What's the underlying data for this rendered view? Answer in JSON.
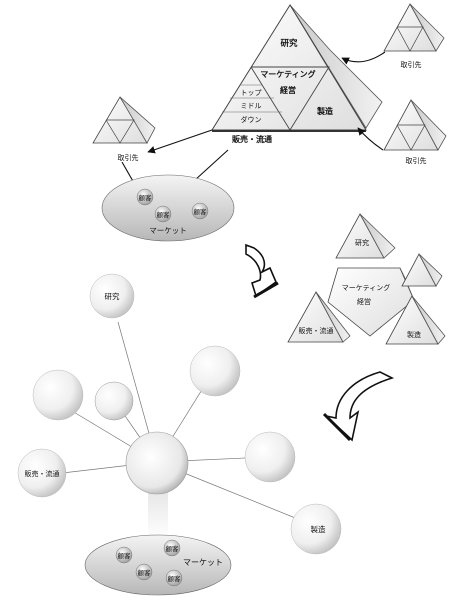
{
  "pyramid": {
    "research": "研究",
    "marketing": "マーケティング",
    "management": "経営",
    "top": "トップ",
    "middle": "ミドル",
    "down": "ダウン",
    "manufacturing": "製造",
    "sales_distribution": "販売・流通"
  },
  "suppliers": {
    "left_label": "取引先",
    "right_top_label": "取引先",
    "right_bottom_label": "取引先"
  },
  "market": {
    "label": "マーケット",
    "customer_1": "顧客",
    "customer_2": "顧客",
    "customer_3": "顧客"
  },
  "split": {
    "research": "研究",
    "marketing": "マーケティング",
    "management": "経営",
    "sales_distribution": "販売・流通",
    "manufacturing": "製造"
  },
  "network": {
    "research": "研究",
    "sales_distribution": "販売・流通",
    "manufacturing": "製造",
    "market_label": "マーケット",
    "customer_1": "顧客",
    "customer_2": "顧客",
    "customer_3": "顧客",
    "customer_4": "顧客"
  }
}
